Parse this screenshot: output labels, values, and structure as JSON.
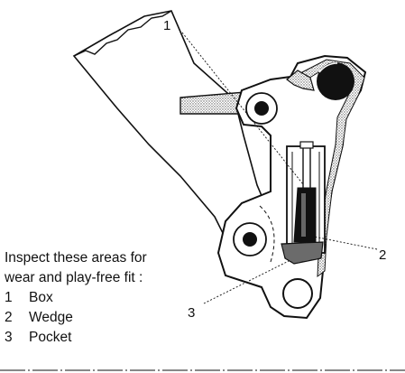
{
  "callouts": [
    {
      "number": "1",
      "label": "Box"
    },
    {
      "number": "2",
      "label": "Wedge"
    },
    {
      "number": "3",
      "label": "Pocket"
    }
  ],
  "caption": {
    "line1": "Inspect these areas for",
    "line2": "wear and play-free fit :"
  },
  "colors": {
    "ink": "#111111",
    "stipple": "#bdbdbd",
    "background": "#ffffff"
  }
}
